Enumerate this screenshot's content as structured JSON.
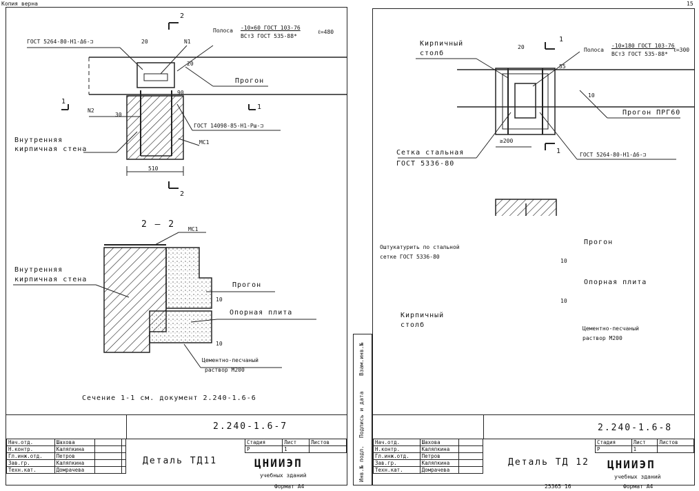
{
  "corner": {
    "stamp": "Копия верна",
    "page_number": "15"
  },
  "left": {
    "drawing_number": "2.240-1.6-7",
    "detail_title": "Деталь ТД11",
    "section_note": "Сечение 1-1 см. документ 2.240-1.6-6",
    "labels": {
      "gost_top": "ГОСТ 5264-80-Н1-Δ6-⊐",
      "polosa": "Полоса",
      "polosa_frac_top": "-10×60 ГОСТ 103-76",
      "polosa_frac_bot": "ВСт3 ГОСТ 535-88*",
      "polosa_len": "ℓ=480",
      "progon": "Прогон",
      "n1": "N1",
      "n2": "N2",
      "wall": "Внутренняя",
      "wall2": "кирпичная стена",
      "gost_mid": "ГОСТ 14098-85-Н1-Рш-⊐",
      "mc1": "МС1",
      "dim_510": "510",
      "dim_20a": "20",
      "dim_20b": "20",
      "dim_90": "90",
      "dim_30": "30",
      "dim_10a": "10",
      "dim_10b": "10",
      "sec_2": "2",
      "sec_1": "1",
      "view_22": "2 — 2",
      "mc1b": "МС1",
      "wall_b": "Внутренняя",
      "wall_b2": "кирпичная стена",
      "progon_b": "Прогон",
      "plita": "Опорная плита",
      "rastvor": "Цементно-песчаный",
      "rastvor2": "раствор М200"
    },
    "sign_rows": [
      {
        "role": "Нач.отд.",
        "name": "Шахова"
      },
      {
        "role": "Н.контр.",
        "name": "Каляпкина"
      },
      {
        "role": "Гл.инж.отд.",
        "name": "Петров"
      },
      {
        "role": "Зав.гр.",
        "name": "Каляпкина"
      },
      {
        "role": "Техн.кат.",
        "name": "Домрачева"
      }
    ],
    "stage_header": [
      "Стадия",
      "Лист",
      "Листов"
    ],
    "stage_values": [
      "Р",
      "1",
      ""
    ],
    "org": "ЦНИИЭП",
    "org_sub": "учебных зданий",
    "format": "Формат А4"
  },
  "right": {
    "drawing_number": "2.240-1.6-8",
    "detail_title": "Деталь ТД 12",
    "labels": {
      "stolb": "Кирпичный",
      "stolb2": "столб",
      "polosa": "Полоса",
      "polosa_frac_top": "-10×180 ГОСТ 103-76",
      "polosa_frac_bot": "ВСт3 ГОСТ 535-88*",
      "polosa_len": "ℓ=300",
      "progon": "Прогон ПРГ60",
      "setka": "Сетка стальная",
      "setka2": "ГОСТ 5336-80",
      "gost": "ГОСТ 5264-80-Н1-Δ6-⊐",
      "dim_200": "≥200",
      "dim_20": "20",
      "dim_55": "55",
      "dim_10": "10",
      "sec_1": "1",
      "sht": "Оштукатурить по стальной",
      "sht2": "сетке ГОСТ 5336-80",
      "progon_b": "Прогон",
      "plita": "Опорная плита",
      "stolb_b": "Кирпичный",
      "stolb_b2": "столб",
      "rastvor": "Цементно-песчаный",
      "rastvor2": "раствор М200",
      "dim_10b": "10",
      "dim_10c": "10"
    },
    "side_stamp": [
      "Инв.№ подл.",
      "Подпись и дата",
      "Взам.инв.№"
    ],
    "sign_rows": [
      {
        "role": "Нач.отд.",
        "name": "Шахова"
      },
      {
        "role": "Н.контр.",
        "name": "Каляпкина"
      },
      {
        "role": "Гл.инж.отд.",
        "name": "Петров"
      },
      {
        "role": "Зав.гр.",
        "name": "Каляпкина"
      },
      {
        "role": "Техн.кат.",
        "name": "Домрачева"
      }
    ],
    "stage_header": [
      "Стадия",
      "Лист",
      "Листов"
    ],
    "stage_values": [
      "Р",
      "1",
      ""
    ],
    "org": "ЦНИИЭП",
    "org_sub": "учебных зданий",
    "bottom_code": "25365 16",
    "format": "Формат А4"
  }
}
